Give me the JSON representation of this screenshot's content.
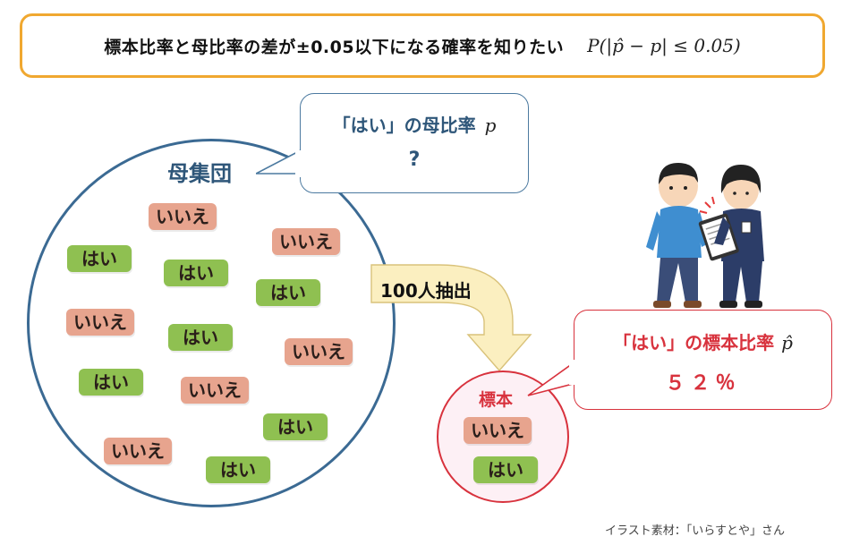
{
  "title": {
    "text": "標本比率と母比率の差が±0.05以下になる確率を知りたい",
    "formula": "P(|p̂ − p| ≤ 0.05)"
  },
  "population": {
    "label": "母集団",
    "tags": [
      {
        "kind": "no",
        "text": "いいえ"
      },
      {
        "kind": "no",
        "text": "いいえ"
      },
      {
        "kind": "yes",
        "text": "はい"
      },
      {
        "kind": "yes",
        "text": "はい"
      },
      {
        "kind": "yes",
        "text": "はい"
      },
      {
        "kind": "no",
        "text": "いいえ"
      },
      {
        "kind": "yes",
        "text": "はい"
      },
      {
        "kind": "no",
        "text": "いいえ"
      },
      {
        "kind": "yes",
        "text": "はい"
      },
      {
        "kind": "no",
        "text": "いいえ"
      },
      {
        "kind": "yes",
        "text": "はい"
      },
      {
        "kind": "no",
        "text": "いいえ"
      },
      {
        "kind": "yes",
        "text": "はい"
      }
    ]
  },
  "population_bubble": {
    "title": "「はい」の母比率",
    "variable": "p",
    "value": "?"
  },
  "arrow": {
    "label": "100人抽出"
  },
  "sample": {
    "label": "標本",
    "tags": [
      {
        "kind": "no",
        "text": "いいえ"
      },
      {
        "kind": "yes",
        "text": "はい"
      }
    ]
  },
  "sample_bubble": {
    "title": "「はい」の標本比率",
    "variable": "p̂",
    "value": "５２％"
  },
  "credit": "イラスト素材：「いらすとや」さん",
  "colors": {
    "title_border": "#f0a830",
    "population": "#3b6a93",
    "sample": "#d8323d",
    "tag_yes": "#8fc051",
    "tag_no": "#e7a48e",
    "arrow_fill": "#fbefc0"
  }
}
